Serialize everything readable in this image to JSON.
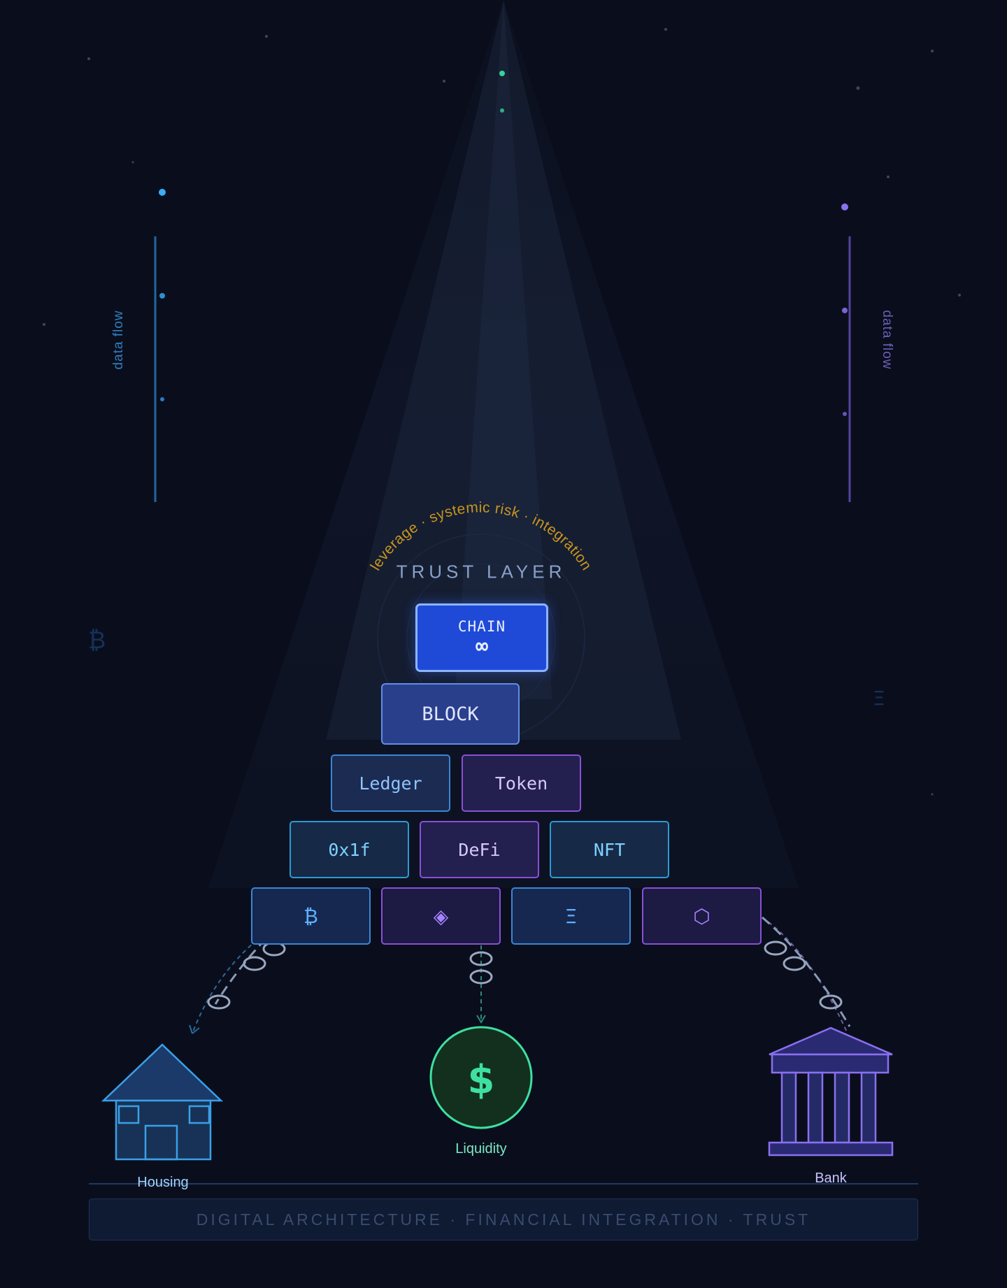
{
  "side_labels": {
    "left": "data flow",
    "right": "data flow"
  },
  "ghost_glyphs": [
    "₿",
    "Ξ"
  ],
  "trust_layer": {
    "title": "TRUST LAYER",
    "arc_text": "leverage · systemic risk · integration",
    "arc_color": "#c8961e"
  },
  "pyramid": {
    "top": {
      "label": "CHAIN",
      "symbol": "∞",
      "color": "#1f4ad8"
    },
    "block": {
      "label": "BLOCK"
    },
    "row1": [
      {
        "label": "Ledger",
        "style": "blue"
      },
      {
        "label": "Token",
        "style": "purple"
      }
    ],
    "row2": [
      {
        "label": "0x1f",
        "style": "teal"
      },
      {
        "label": "DeFi",
        "style": "purple"
      },
      {
        "label": "NFT",
        "style": "teal"
      }
    ],
    "row3": [
      {
        "label": "₿",
        "style": "blue"
      },
      {
        "label": "◈",
        "style": "purple"
      },
      {
        "label": "Ξ",
        "style": "blue"
      },
      {
        "label": "⬡",
        "style": "purple"
      }
    ]
  },
  "nodes": {
    "housing": {
      "label": "Housing",
      "icon": "house-icon",
      "color": "#3aa0e8"
    },
    "liquidity": {
      "label": "Liquidity",
      "symbol": "$",
      "icon": "dollar-icon",
      "color": "#3ee0a0"
    },
    "bank": {
      "label": "Bank",
      "icon": "bank-icon",
      "color": "#8a70f0"
    }
  },
  "footer": {
    "text": "DIGITAL ARCHITECTURE · FINANCIAL INTEGRATION · TRUST"
  }
}
